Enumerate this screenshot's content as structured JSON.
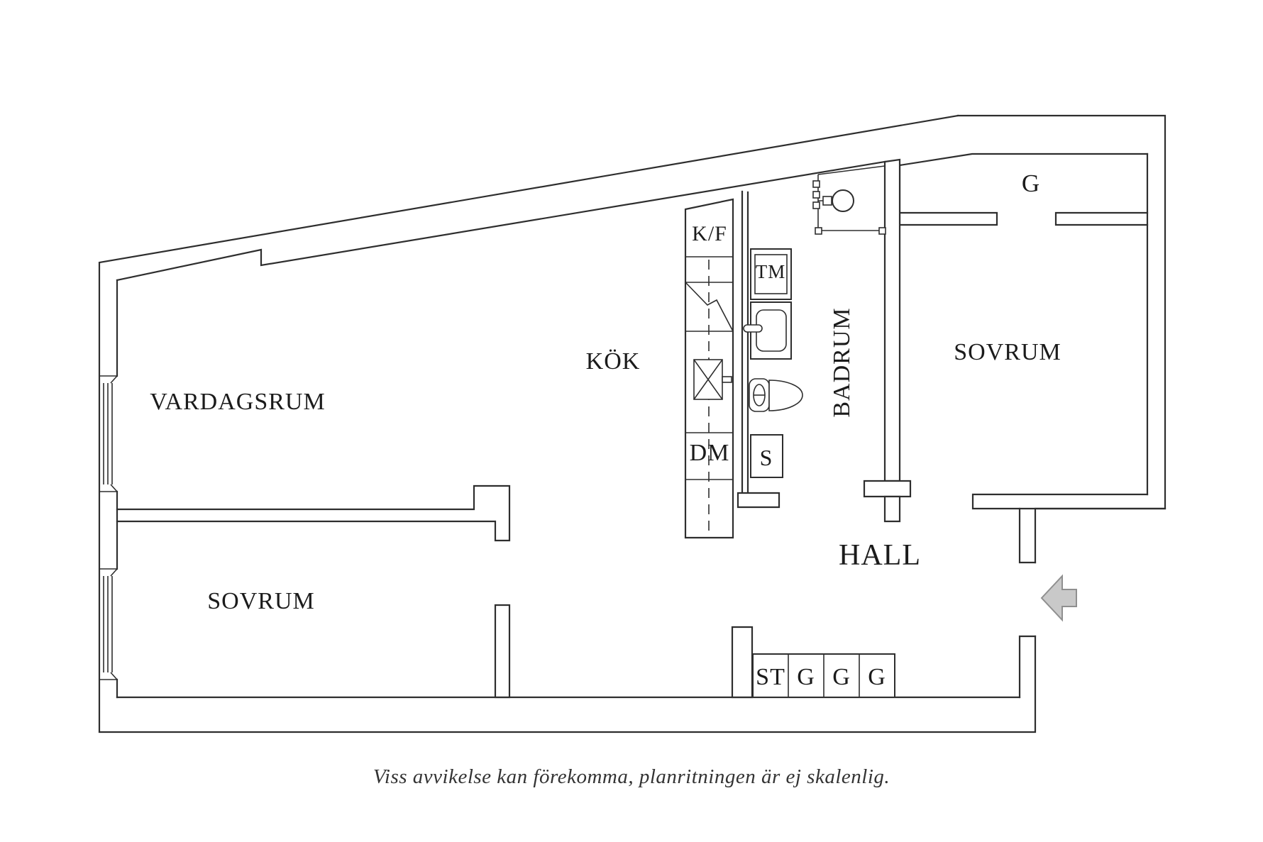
{
  "floorplan": {
    "rooms": {
      "vardagsrum": "VARDAGSRUM",
      "kok": "KÖK",
      "badrum": "BADRUM",
      "sovrum_left": "SOVRUM",
      "sovrum_right": "SOVRUM",
      "hall": "HALL",
      "garderob_top": "G"
    },
    "appliances": {
      "kf": "K/F",
      "dm": "DM",
      "tm": "TM",
      "s": "S"
    },
    "closets": {
      "st": "ST",
      "g1": "G",
      "g2": "G",
      "g3": "G"
    },
    "caption": "Viss avvikelse kan förekomma, planritningen är ej skalenlig.",
    "colors": {
      "line": "#2e2e2e",
      "text": "#1b1b1b",
      "background": "#ffffff",
      "arrow_fill": "#c9c9c9",
      "arrow_stroke": "#8f8f8f"
    }
  }
}
